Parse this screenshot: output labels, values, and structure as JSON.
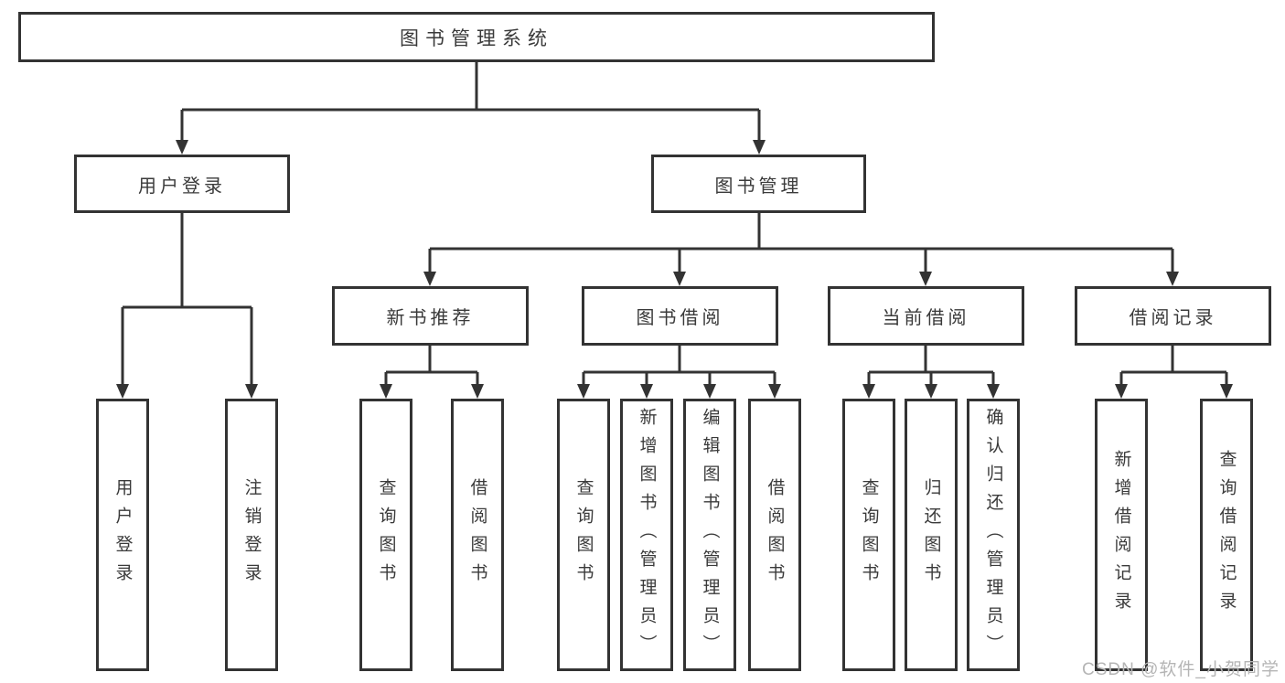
{
  "tree": {
    "label": "图书管理系统",
    "children": [
      {
        "label": "用户登录",
        "children": [
          {
            "label": "用户登录"
          },
          {
            "label": "注销登录"
          }
        ]
      },
      {
        "label": "图书管理",
        "children": [
          {
            "label": "新书推荐",
            "children": [
              {
                "label": "查询图书"
              },
              {
                "label": "借阅图书"
              }
            ]
          },
          {
            "label": "图书借阅",
            "children": [
              {
                "label": "查询图书"
              },
              {
                "label": "新增图书（管理员）"
              },
              {
                "label": "编辑图书（管理员）"
              },
              {
                "label": "借阅图书"
              }
            ]
          },
          {
            "label": "当前借阅",
            "children": [
              {
                "label": "查询图书"
              },
              {
                "label": "归还图书"
              },
              {
                "label": "确认归还（管理员）"
              }
            ]
          },
          {
            "label": "借阅记录",
            "children": [
              {
                "label": "新增借阅记录"
              },
              {
                "label": "查询借阅记录"
              }
            ]
          }
        ]
      }
    ]
  },
  "watermark": {
    "text": "CSDN @软件_小贺同学"
  },
  "colors": {
    "line": "#333333",
    "text": "#3a3a3a",
    "box_fill": "#ffffff",
    "watermark": "#b5b5b5",
    "background": "#ffffff"
  }
}
